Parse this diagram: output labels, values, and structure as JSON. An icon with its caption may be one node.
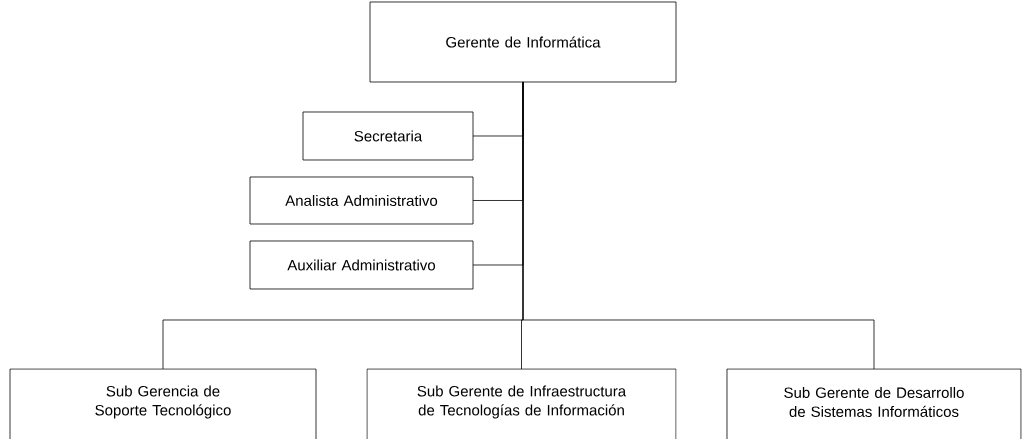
{
  "diagram": {
    "nodes": [
      {
        "text": [
          "Gerente de Informática"
        ]
      },
      {
        "text": [
          "Secretaria"
        ]
      },
      {
        "text": [
          "Analista Administrativo"
        ]
      },
      {
        "text": [
          "Auxiliar Administrativo"
        ]
      },
      {
        "text": [
          "Sub Gerencia de Soporte Tecnológico"
        ]
      },
      {
        "text": [
          "Sub Gerente de Infraestructura de Tecnologías de Información"
        ]
      },
      {
        "text": [
          "Sub Gerente de Desarrollo de Sistemas Informáticos"
        ]
      }
    ],
    "edges": [
      {
        "from": 0,
        "to": 1,
        "arrow": "none"
      },
      {
        "from": 0,
        "to": 2,
        "arrow": "none"
      },
      {
        "from": 0,
        "to": 3,
        "arrow": "none"
      },
      {
        "from": 0,
        "to": 4,
        "arrow": "none"
      },
      {
        "from": 0,
        "to": 5,
        "arrow": "none"
      },
      {
        "from": 0,
        "to": 6,
        "arrow": "none"
      }
    ]
  }
}
